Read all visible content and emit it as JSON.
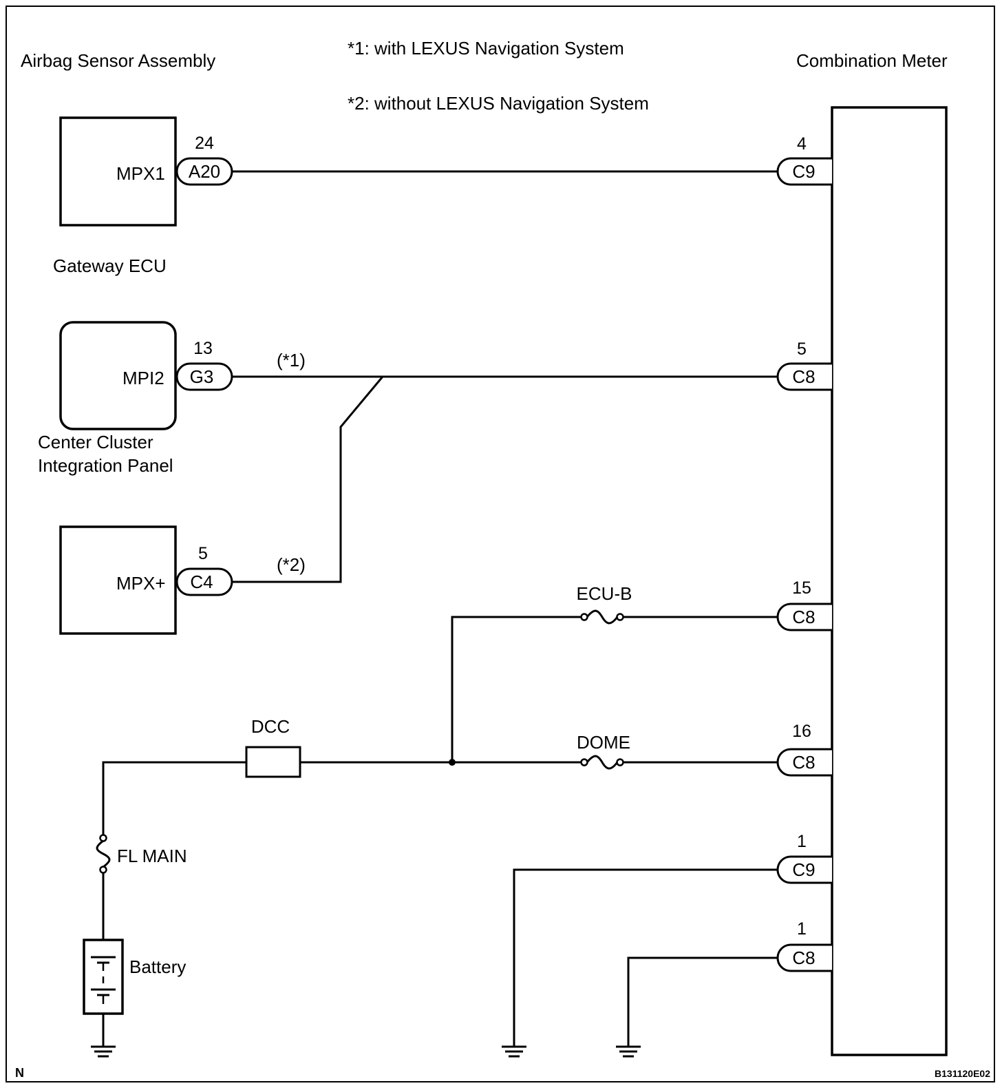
{
  "notes": {
    "note1": "*1: with LEXUS Navigation System",
    "note2": "*2: without LEXUS Navigation System"
  },
  "components": {
    "airbag": "Airbag Sensor Assembly",
    "gateway": "Gateway ECU",
    "center_cluster_line1": "Center Cluster",
    "center_cluster_line2": "Integration Panel",
    "combination_meter": "Combination Meter",
    "battery": "Battery"
  },
  "terminals": {
    "airbag_mpx1": "MPX1",
    "gateway_mpi2": "MPI2",
    "center_mpx_plus": "MPX+"
  },
  "connectors": [
    {
      "id": "a20",
      "pin": "24",
      "code": "A20"
    },
    {
      "id": "g3",
      "pin": "13",
      "code": "G3"
    },
    {
      "id": "c4",
      "pin": "5",
      "code": "C4"
    },
    {
      "id": "meter-c9-4",
      "pin": "4",
      "code": "C9"
    },
    {
      "id": "meter-c8-5",
      "pin": "5",
      "code": "C8"
    },
    {
      "id": "meter-c8-15",
      "pin": "15",
      "code": "C8"
    },
    {
      "id": "meter-c8-16",
      "pin": "16",
      "code": "C8"
    },
    {
      "id": "meter-c9-1",
      "pin": "1",
      "code": "C9"
    },
    {
      "id": "meter-c8-1",
      "pin": "1",
      "code": "C8"
    }
  ],
  "wire_tags": {
    "tag1": "(*1)",
    "tag2": "(*2)"
  },
  "fuses": {
    "ecu_b": "ECU-B",
    "dome": "DOME",
    "dcc": "DCC",
    "fl_main": "FL MAIN"
  },
  "footer": {
    "corner_mark": "N",
    "figure_id": "B131120E02"
  }
}
